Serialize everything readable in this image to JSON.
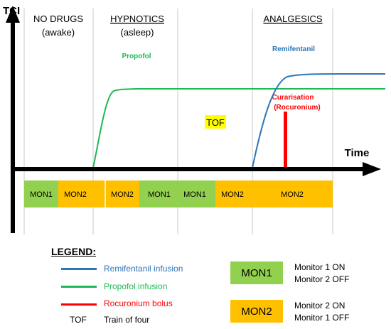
{
  "axes": {
    "y_label": "TCI",
    "x_label": "Time"
  },
  "phases": [
    {
      "title": "NO DRUGS",
      "subtitle": "(awake)"
    },
    {
      "title": "HYPNOTICS",
      "subtitle": "(asleep)"
    },
    {
      "title": "ANALGESICS",
      "subtitle": ""
    }
  ],
  "drugs": {
    "propofol": "Propofol",
    "remifentanil": "Remifentanil",
    "curarisation_line1": "Curarisation",
    "curarisation_line2": "(Rocuronium)"
  },
  "tof_label": "TOF",
  "monitor_sequence": [
    "MON1",
    "MON2",
    "MON2",
    "MON1",
    "MON1",
    "MON2",
    "MON2"
  ],
  "colors": {
    "remifentanil": "#2e75b6",
    "propofol": "#1db954",
    "rocuronium": "#ff0000",
    "mon1": "#92d050",
    "mon2": "#ffc000",
    "tof_bg": "#ffff00"
  },
  "legend": {
    "title": "LEGEND:",
    "items": [
      {
        "label": "Remifentanil infusion",
        "color": "#2e75b6"
      },
      {
        "label": "Propofol infusion",
        "color": "#1db954"
      },
      {
        "label": "Rocuronium bolus",
        "color": "#ff0000"
      }
    ],
    "tof_abbr": "TOF",
    "tof_meaning": "Train of four",
    "mon1": {
      "label": "MON1",
      "line1": "Monitor 1 ON",
      "line2": "Monitor 2 OFF"
    },
    "mon2": {
      "label": "MON2",
      "line1": "Monitor 2 ON",
      "line2": "Monitor 1 OFF"
    }
  }
}
